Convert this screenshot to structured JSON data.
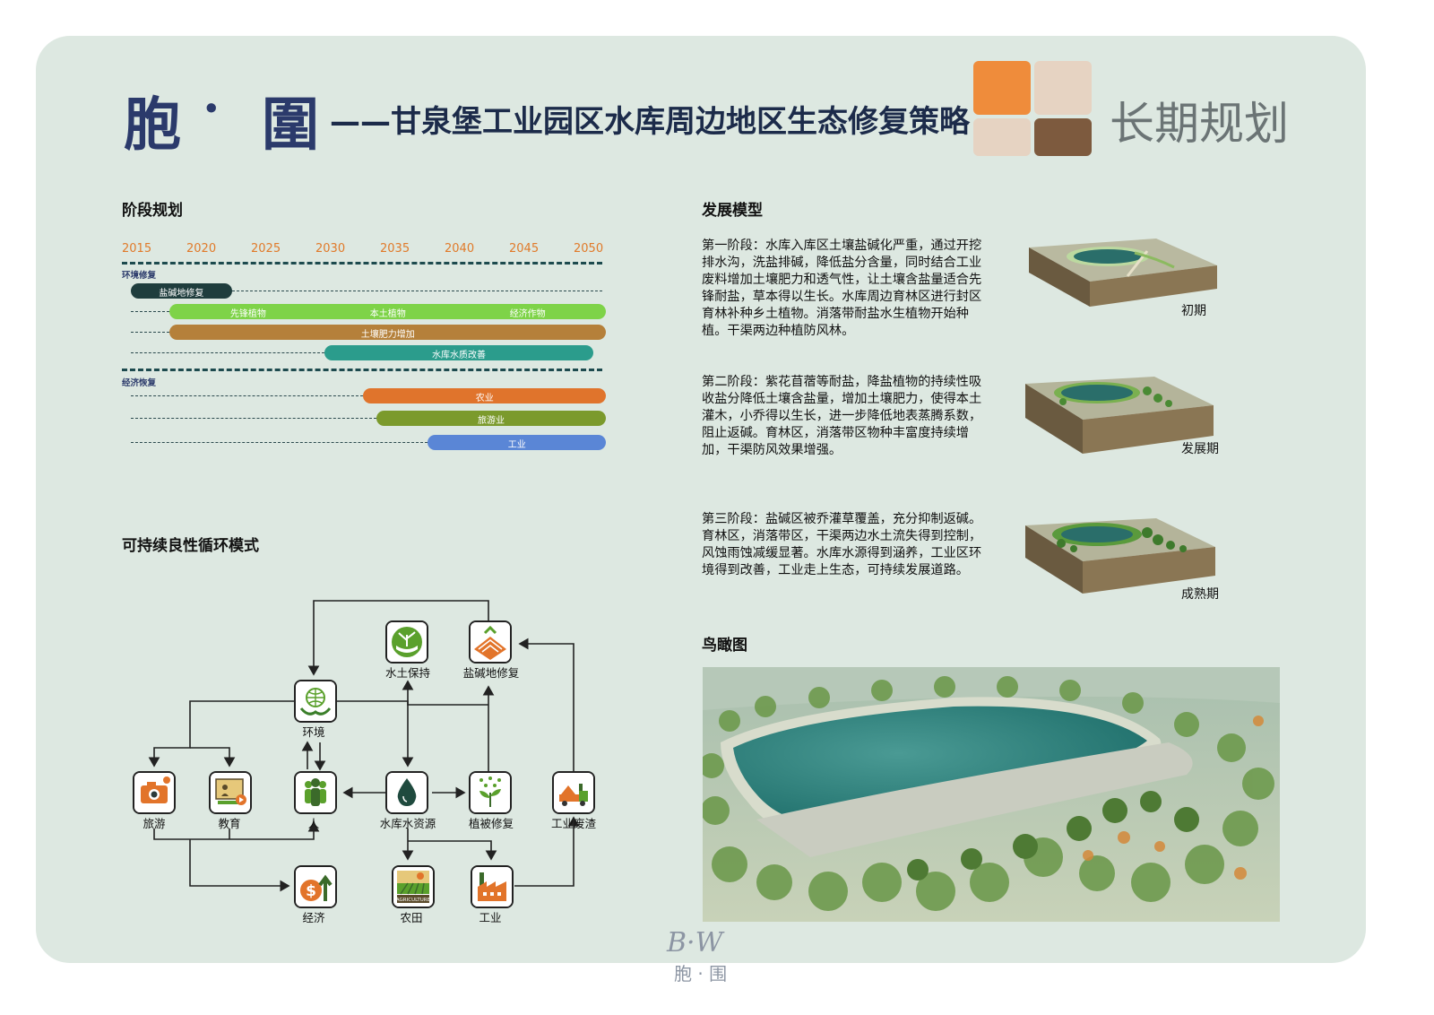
{
  "header": {
    "logo_char1": "胞",
    "logo_dot": "·",
    "logo_char2": "圍",
    "subtitle": "——甘泉堡工业园区水库周边地区生态修复策略",
    "phase_title": "长期规划",
    "squares": [
      "#ef8c3b",
      "#e6d3c2",
      "#e6d3c2",
      "#7d5a3e"
    ]
  },
  "timeline": {
    "title": "阶段规划",
    "years": [
      "2015",
      "2020",
      "2025",
      "2030",
      "2035",
      "2040",
      "2045",
      "2050"
    ],
    "groups": {
      "env": "环境修复",
      "econ": "经济恢复"
    },
    "bars": [
      {
        "label": "盐碱地修复",
        "start": 2015,
        "end": 2022,
        "color": "#1f3d3d"
      },
      {
        "label": "先锋植物",
        "label2": "本土植物",
        "label3": "经济作物",
        "start": 2018,
        "end": 2051,
        "color": "#7ed348"
      },
      {
        "label": "土壤肥力增加",
        "start": 2018,
        "end": 2051,
        "color": "#b5803a"
      },
      {
        "label": "水库水质改善",
        "start": 2030,
        "end": 2050,
        "color": "#2b9c8c"
      },
      {
        "label": "农业",
        "start": 2033,
        "end": 2051,
        "color": "#e0742c"
      },
      {
        "label": "旅游业",
        "start": 2034,
        "end": 2051,
        "color": "#7b9a2c"
      },
      {
        "label": "工业",
        "start": 2038,
        "end": 2051,
        "color": "#5a86d6"
      }
    ]
  },
  "cycle": {
    "title": "可持续良性循环模式",
    "nodes": {
      "soil": "水土保持",
      "saline": "盐碱地修复",
      "env": "环境",
      "tour": "旅游",
      "edu": "教育",
      "people": "人",
      "water": "水库水资源",
      "veg": "植被修复",
      "waste": "工业废渣",
      "econ": "经济",
      "farm": "农田",
      "ind": "工业"
    },
    "farm_icon_text": "AGRICULTURE"
  },
  "model": {
    "title": "发展模型",
    "stages": [
      {
        "text": "第一阶段：水库入库区土壤盐碱化严重，通过开挖排水沟，洗盐排碱，降低盐分含量，同时结合工业废料增加土壤肥力和透气性，让土壤含盐量适合先锋耐盐，草本得以生长。水库周边育林区进行封区育林补种乡土植物。消落带耐盐水生植物开始种植。干渠两边种植防风林。",
        "label": "初期"
      },
      {
        "text": "第二阶段：紫花苜蓿等耐盐，降盐植物的持续性吸收盐分降低土壤含盐量，增加土壤肥力，使得本土灌木，小乔得以生长，进一步降低地表蒸腾系数，阻止返碱。育林区，消落带区物种丰富度持续增加，干渠防风效果增强。",
        "label": "发展期"
      },
      {
        "text": "第三阶段：盐碱区被乔灌草覆盖，充分抑制返碱。育林区，消落带区，干渠两边水土流失得到控制，风蚀雨蚀减缓显著。水库水源得到涵养，工业区环境得到改善，工业走上生态，可持续发展道路。",
        "label": "成熟期"
      }
    ]
  },
  "aerial": {
    "title": "鸟瞰图"
  },
  "footer": {
    "mark": "B·W",
    "name": "胞 · 围"
  }
}
